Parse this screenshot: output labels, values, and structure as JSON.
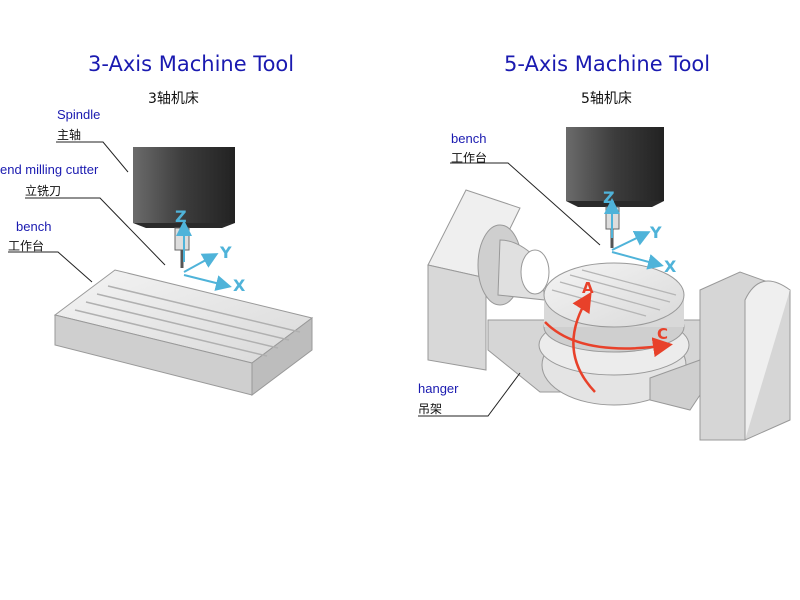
{
  "left": {
    "title": "3-Axis Machine Tool",
    "subtitle": "3轴机床",
    "spindle_en": "Spindle",
    "spindle_zh": "主轴",
    "cutter_en": "end milling cutter",
    "cutter_zh": "立铣刀",
    "bench_en": "bench",
    "bench_zh": "工作台",
    "axis_x": "X",
    "axis_y": "Y",
    "axis_z": "Z"
  },
  "right": {
    "title": "5-Axis Machine Tool",
    "subtitle": "5轴机床",
    "bench_en": "bench",
    "bench_zh": "工作台",
    "hanger_en": "hanger",
    "hanger_zh": "吊架",
    "axis_x": "X",
    "axis_y": "Y",
    "axis_z": "Z",
    "rot_a": "A",
    "rot_c": "C"
  },
  "colors": {
    "title": "#1a1ab0",
    "axis": "#4fb3d9",
    "rotation": "#e8412a",
    "spindle": "#3a3a3a",
    "metal": "#e3e3e3"
  }
}
